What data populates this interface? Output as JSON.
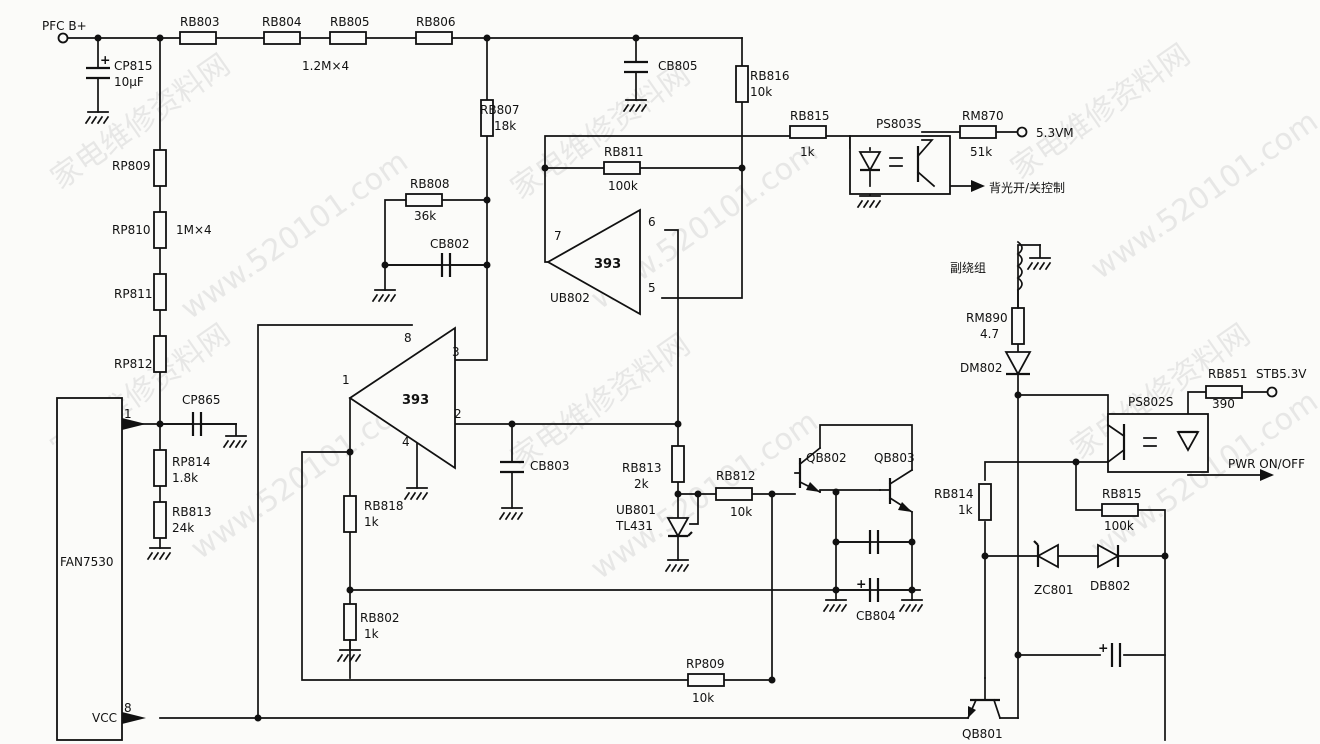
{
  "watermarks": {
    "wm1": "家电维修资料网",
    "wm2": "www.520101.com",
    "wm3": "家电维修资料网",
    "wm4": "www.520101.com",
    "wm5": "家电维修资料网",
    "wm6": "www.520101.com",
    "wm7": "家电维修资料网",
    "wm8": "www.520101.com",
    "wm9": "家电维修资料网",
    "wm10": "www.520101.com",
    "wm11": "家电维修资料网",
    "wm12": "www.520101.com"
  },
  "labels": {
    "pfc_b": "PFC B+",
    "rb803": "RB803",
    "rb804": "RB804",
    "rb805": "RB805",
    "rb806": "RB806",
    "r_chain": "1.2M×4",
    "cp815": "CP815",
    "cp815_val": "10μF",
    "cb805": "CB805",
    "rb816": "RB816",
    "rb816_val": "10k",
    "rb807": "RB807",
    "rb807_val": "18k",
    "rb815a": "RB815",
    "rb815a_val": "1k",
    "ps803s": "PS803S",
    "rm870": "RM870",
    "rm870_val": "51k",
    "v53": "5.3VM",
    "rb811": "RB811",
    "rb811_val": "100k",
    "backlight": "背光开/关控制",
    "rp809a": "RP809",
    "rp810": "RP810",
    "rp_chain": "1M×4",
    "rb808": "RB808",
    "rb808_val": "36k",
    "cb802": "CB802",
    "ub802": "UB802",
    "op393a": "393",
    "pin7": "7",
    "pin6": "6",
    "pin5": "5",
    "rp811": "RP811",
    "rp812": "RP812",
    "winding": "副绕组",
    "rm890": "RM890",
    "rm890_val": "4.7",
    "dm802": "DM802",
    "op393b": "393",
    "pin8": "8",
    "pin3": "3",
    "pin1": "1",
    "pin2": "2",
    "pin4": "4",
    "cp865": "CP865",
    "rb851": "RB851",
    "rb851_val": "390",
    "stb": "STB5.3V",
    "ps802s": "PS802S",
    "rp814": "RP814",
    "rp814_val": "1.8k",
    "rb813a": "RB813",
    "rb813a_val": "24k",
    "fan7530": "FAN7530",
    "ic_pin1": "1",
    "ic_pin8": "8",
    "vcc": "VCC",
    "cb803": "CB803",
    "rb813b": "RB813",
    "rb813b_val": "2k",
    "ub801": "UB801",
    "tl431": "TL431",
    "rb812": "RB812",
    "rb812_val": "10k",
    "qb802": "QB802",
    "qb803": "QB803",
    "rb818": "RB818",
    "rb818_val": "1k",
    "rb814": "RB814",
    "rb814_val": "1k",
    "rb815b": "RB815",
    "rb815b_val": "100k",
    "pwr": "PWR ON/OFF",
    "zc801": "ZC801",
    "db802": "DB802",
    "cb804": "CB804",
    "rb802": "RB802",
    "rb802_val": "1k",
    "rp809b": "RP809",
    "rp809b_val": "10k",
    "qb801": "QB801"
  }
}
